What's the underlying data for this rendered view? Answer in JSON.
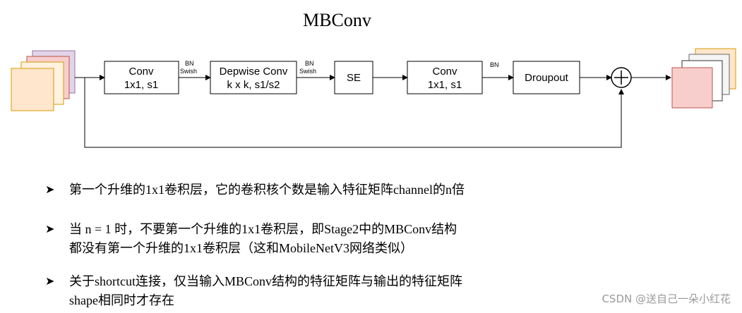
{
  "title": "MBConv",
  "blocks": {
    "conv1": {
      "line1": "Conv",
      "line2": "1x1, s1"
    },
    "dwconv": {
      "line1": "Depwise Conv",
      "line2": "k x k, s1/s2"
    },
    "se": {
      "line1": "SE"
    },
    "conv2": {
      "line1": "Conv",
      "line2": "1x1, s1"
    },
    "dropout": {
      "line1": "Droupout"
    }
  },
  "arrow_labels": {
    "a1": {
      "bn": "BN",
      "swish": "Swish"
    },
    "a2": {
      "bn": "BN",
      "swish": "Swish"
    },
    "a3": {
      "bn": "BN"
    }
  },
  "colors": {
    "input_back": "#e1d5e7",
    "input_middle": "#f8cecc",
    "input_front": "#ffe6cc",
    "output_back": "#ffe6cc",
    "output_middle": "#f5f5f5",
    "output_front": "#f8cecc"
  },
  "bullets": [
    {
      "lines": [
        "第一个升维的1x1卷积层，它的卷积核个数是输入特征矩阵channel的n倍"
      ]
    },
    {
      "lines": [
        "当 n = 1 时，不要第一个升维的1x1卷积层，即Stage2中的MBConv结构",
        "都没有第一个升维的1x1卷积层（这和MobileNetV3网络类似）"
      ]
    },
    {
      "lines": [
        "关于shortcut连接，仅当输入MBConv结构的特征矩阵与输出的特征矩阵",
        "shape相同时才存在"
      ]
    }
  ],
  "watermark": "CSDN @送自己一朵小红花"
}
